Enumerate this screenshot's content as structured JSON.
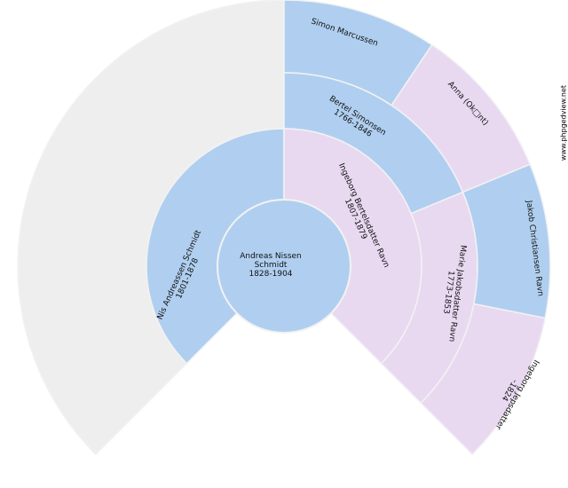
{
  "colors": {
    "male": "#b0cff0",
    "female": "#e8d9f1",
    "unknown": "#eeeeee",
    "separator": "#f2f2f2"
  },
  "root": {
    "name": "Andreas Nissen",
    "name2": "Schmidt",
    "dates": "1828-1904",
    "sex": "male"
  },
  "parents": [
    {
      "name": "Nis Andreassen Schmidt",
      "dates": "1801-1878",
      "sex": "male"
    },
    {
      "name": "Ingeborg Bertelsdatter Ravn",
      "dates": "1807-1879",
      "sex": "female"
    }
  ],
  "grandparents": [
    {
      "name": "",
      "dates": "",
      "sex": "unknown"
    },
    {
      "name": "",
      "dates": "",
      "sex": "unknown"
    },
    {
      "name": "Bertel Simonsen",
      "dates": "1766-1846",
      "sex": "male"
    },
    {
      "name": "Marie Jakobsdatter Ravn",
      "dates": "1773-1853",
      "sex": "female"
    }
  ],
  "great_grandparents": [
    {
      "name": "Simon Marcussen",
      "dates": "",
      "sex": "male"
    },
    {
      "name": "Anna (Ok□nt)",
      "dates": "",
      "sex": "female"
    },
    {
      "name": "Jakob Christiansen Ravn",
      "dates": "",
      "sex": "male"
    },
    {
      "name": "Ingeborg Jepsdatter",
      "dates": "-1824",
      "sex": "female"
    }
  ],
  "watermark": "www.phpgedview.net"
}
